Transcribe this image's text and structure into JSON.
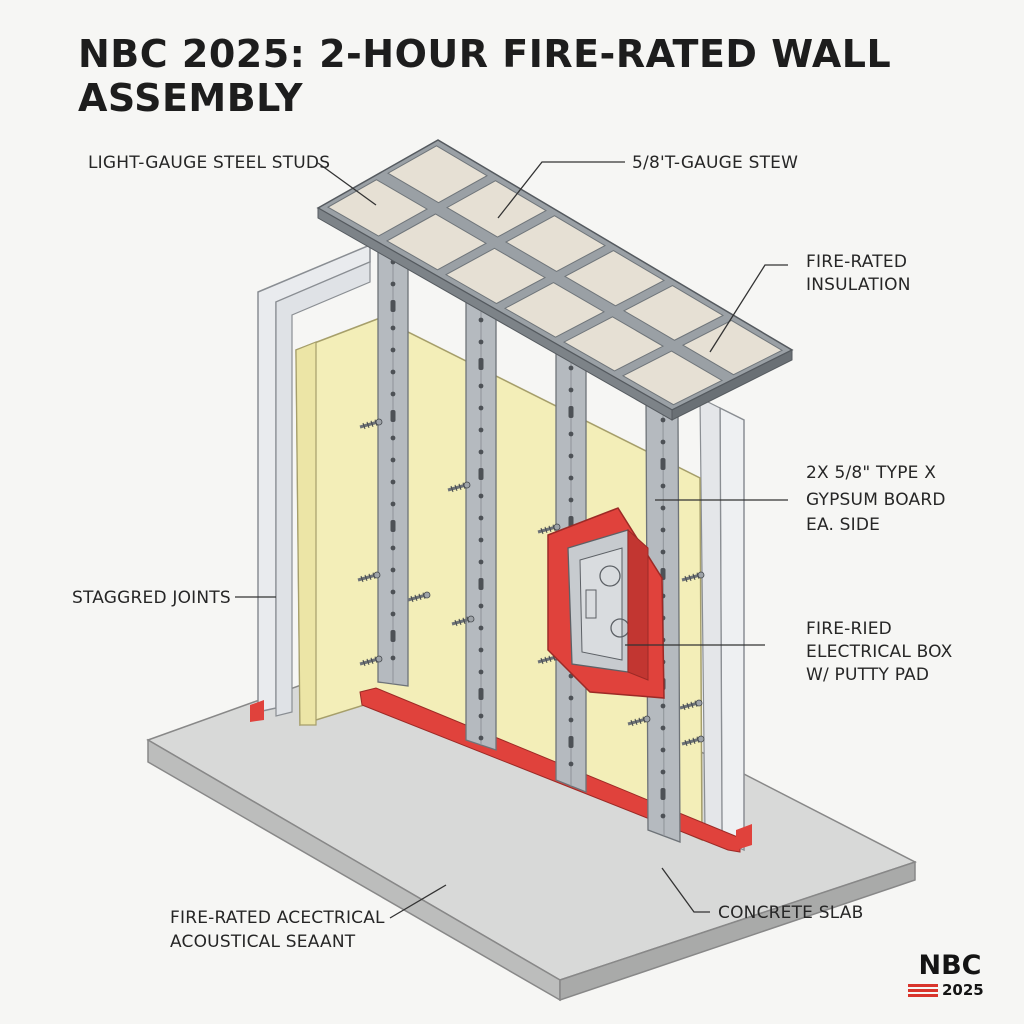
{
  "title": "NBC 2025: 2-HOUR FIRE-RATED WALL ASSEMBLY",
  "labels": {
    "steel_studs": "LIGHT-GAUGE STEEL STUDS",
    "top_track": "5/8'T-GAUGE STEW",
    "insulation_line1": "FIRE-RATED",
    "insulation_line2": "INSULATION",
    "gypsum_line1": "2X 5/8\" TYPE X",
    "gypsum_line2": "GYPSUM BOARD",
    "gypsum_line3": "EA. SIDE",
    "staggered_joints": "STAGGRED JOINTS",
    "electrical_line1": "FIRE-RIED",
    "electrical_line2": "ELECTRICAL BOX",
    "electrical_line3": "W/ PUTTY PAD",
    "sealant_line1": "FIRE-RATED ACECTRICAL",
    "sealant_line2": "ACOUSTICAL SEAANT",
    "slab": "CONCRETE SLAB"
  },
  "logo": {
    "main": "NBC",
    "year": "2025"
  },
  "colors": {
    "insulation": "#f3eeb8",
    "steel": "#b5babf",
    "fire_red": "#e0423c",
    "concrete": "#d8d9d8",
    "gypsum": "#eef0f2",
    "accent_bars": "#d9342b"
  }
}
